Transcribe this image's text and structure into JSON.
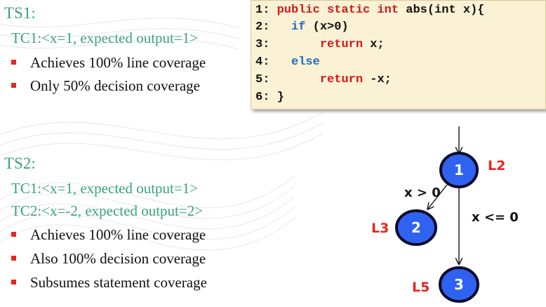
{
  "ts1": {
    "title": "TS1:",
    "tc1": "TC1:<x=1, expected output=1>",
    "bullets": [
      "Achieves 100% line coverage",
      "Only 50% decision coverage"
    ]
  },
  "ts2": {
    "title": "TS2:",
    "tc1": "TC1:<x=1, expected output=1>",
    "tc2": "TC2:<x=-2, expected output=2>",
    "bullets": [
      "Achieves 100% line coverage",
      "Also 100% decision coverage",
      "Subsumes statement coverage"
    ]
  },
  "code": {
    "line1": {
      "num": "1:",
      "kw1": "public static int",
      "rest": " abs(int x){"
    },
    "line2": {
      "num": "2:",
      "kw": "if",
      "rest": " (x>0)"
    },
    "line3": {
      "num": "3:",
      "kw": "return",
      "rest": " x;"
    },
    "line4": {
      "num": "4:",
      "kw": "else",
      "rest": ""
    },
    "line5": {
      "num": "5:",
      "kw": "return",
      "rest": " -x;"
    },
    "line6": {
      "num": "6:",
      "rest": " }"
    }
  },
  "graph": {
    "nodes": [
      {
        "id": "1",
        "line": "L2"
      },
      {
        "id": "2",
        "line": "L3"
      },
      {
        "id": "3",
        "line": "L5"
      }
    ],
    "edges": [
      {
        "from": "1",
        "to": "2",
        "label": "x > 0"
      },
      {
        "from": "1",
        "to": "3",
        "label": "x <= 0"
      }
    ],
    "colors": {
      "node_fill": "#2f62f0",
      "node_stroke": "#0a0a2a",
      "line_label": "#e8261f"
    }
  }
}
